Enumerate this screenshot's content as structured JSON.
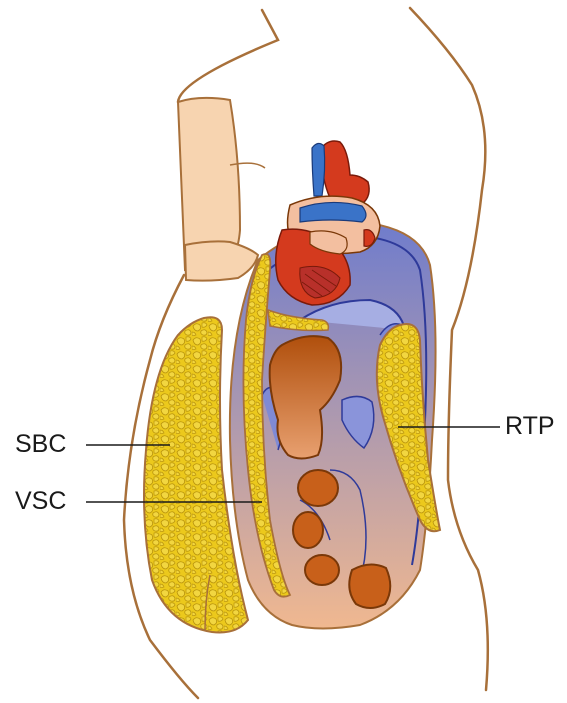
{
  "labels": {
    "sbc": "SBC",
    "vsc": "VSC",
    "rtp": "RTP"
  },
  "colors": {
    "outline": "#a8703a",
    "skin": "#f7d4b0",
    "fat_yellow": "#ecc91c",
    "fat_cell_line": "#b8930c",
    "fascia_blue": "#5f6fc9",
    "fascia_light": "#a6aee3",
    "liver_brown": "#b8560e",
    "heart_red": "#d43a1e",
    "vessel_blue": "#3a73c8",
    "muscle_peach": "#f3bfa0"
  }
}
